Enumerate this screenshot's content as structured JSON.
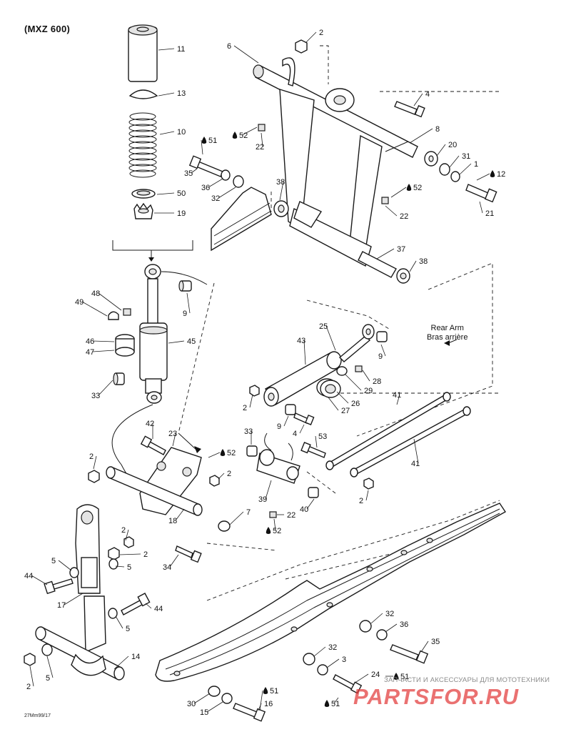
{
  "title": "(MXZ 600)",
  "rear_arm_label": [
    "Rear Arm",
    "Bras arrière"
  ],
  "figure_code": "27Mm99/17",
  "watermark": {
    "caption": "ЗАПЧАСТИ И АКСЕССУАРЫ ДЛЯ МОТОТЕХНИКИ",
    "logo": "PARTSFOR.RU",
    "color": "#e23b3b"
  },
  "lubricant_icon": "oil-drop-icon",
  "callouts": [
    {
      "id": "c-11",
      "text": "11",
      "drop": false
    },
    {
      "id": "c-13",
      "text": "13",
      "drop": false
    },
    {
      "id": "c-10",
      "text": "10",
      "drop": false
    },
    {
      "id": "c-50",
      "text": "50",
      "drop": false
    },
    {
      "id": "c-19",
      "text": "19",
      "drop": false
    },
    {
      "id": "c-2a",
      "text": "2",
      "drop": false
    },
    {
      "id": "c-6",
      "text": "6",
      "drop": false
    },
    {
      "id": "c-4a",
      "text": "4",
      "drop": false
    },
    {
      "id": "c-8",
      "text": "8",
      "drop": false
    },
    {
      "id": "c-52a",
      "text": "52",
      "drop": true
    },
    {
      "id": "c-22a",
      "text": "22",
      "drop": false
    },
    {
      "id": "c-51a",
      "text": "51",
      "drop": true
    },
    {
      "id": "c-20",
      "text": "20",
      "drop": false
    },
    {
      "id": "c-31",
      "text": "31",
      "drop": false
    },
    {
      "id": "c-1",
      "text": "1",
      "drop": false
    },
    {
      "id": "c-12",
      "text": "12",
      "drop": true
    },
    {
      "id": "c-35a",
      "text": "35",
      "drop": false
    },
    {
      "id": "c-36a",
      "text": "36",
      "drop": false
    },
    {
      "id": "c-32a",
      "text": "32",
      "drop": false
    },
    {
      "id": "c-38a",
      "text": "38",
      "drop": false
    },
    {
      "id": "c-52b",
      "text": "52",
      "drop": true
    },
    {
      "id": "c-22b",
      "text": "22",
      "drop": false
    },
    {
      "id": "c-21",
      "text": "21",
      "drop": false
    },
    {
      "id": "c-37",
      "text": "37",
      "drop": false
    },
    {
      "id": "c-38b",
      "text": "38",
      "drop": false
    },
    {
      "id": "c-9a",
      "text": "9",
      "drop": false
    },
    {
      "id": "c-48",
      "text": "48",
      "drop": false
    },
    {
      "id": "c-49",
      "text": "49",
      "drop": false
    },
    {
      "id": "c-45",
      "text": "45",
      "drop": false
    },
    {
      "id": "c-46",
      "text": "46",
      "drop": false
    },
    {
      "id": "c-47",
      "text": "47",
      "drop": false
    },
    {
      "id": "c-33a",
      "text": "33",
      "drop": false
    },
    {
      "id": "c-43",
      "text": "43",
      "drop": false
    },
    {
      "id": "c-25",
      "text": "25",
      "drop": false
    },
    {
      "id": "c-9b",
      "text": "9",
      "drop": false
    },
    {
      "id": "c-28",
      "text": "28",
      "drop": false
    },
    {
      "id": "c-29",
      "text": "29",
      "drop": false
    },
    {
      "id": "c-27",
      "text": "27",
      "drop": false
    },
    {
      "id": "c-26",
      "text": "26",
      "drop": false
    },
    {
      "id": "c-2b",
      "text": "2",
      "drop": false
    },
    {
      "id": "c-9c",
      "text": "9",
      "drop": false
    },
    {
      "id": "c-4b",
      "text": "4",
      "drop": false
    },
    {
      "id": "c-41a",
      "text": "41",
      "drop": false
    },
    {
      "id": "c-41b",
      "text": "41",
      "drop": false
    },
    {
      "id": "c-42",
      "text": "42",
      "drop": false
    },
    {
      "id": "c-23",
      "text": "23",
      "drop": false
    },
    {
      "id": "c-52c",
      "text": "52",
      "drop": true
    },
    {
      "id": "c-2c",
      "text": "2",
      "drop": false
    },
    {
      "id": "c-2d",
      "text": "2",
      "drop": false
    },
    {
      "id": "c-33b",
      "text": "33",
      "drop": false
    },
    {
      "id": "c-53",
      "text": "53",
      "drop": false
    },
    {
      "id": "c-39",
      "text": "39",
      "drop": false
    },
    {
      "id": "c-40",
      "text": "40",
      "drop": false
    },
    {
      "id": "c-22c",
      "text": "22",
      "drop": false
    },
    {
      "id": "c-52d",
      "text": "52",
      "drop": true
    },
    {
      "id": "c-2e",
      "text": "2",
      "drop": false
    },
    {
      "id": "c-18",
      "text": "18",
      "drop": false
    },
    {
      "id": "c-7",
      "text": "7",
      "drop": false
    },
    {
      "id": "c-34",
      "text": "34",
      "drop": false
    },
    {
      "id": "c-2f",
      "text": "2",
      "drop": false
    },
    {
      "id": "c-5a",
      "text": "5",
      "drop": false
    },
    {
      "id": "c-2g",
      "text": "2",
      "drop": false
    },
    {
      "id": "c-5b",
      "text": "5",
      "drop": false
    },
    {
      "id": "c-44a",
      "text": "44",
      "drop": false
    },
    {
      "id": "c-17",
      "text": "17",
      "drop": false
    },
    {
      "id": "c-44b",
      "text": "44",
      "drop": false
    },
    {
      "id": "c-5c",
      "text": "5",
      "drop": false
    },
    {
      "id": "c-14",
      "text": "14",
      "drop": false
    },
    {
      "id": "c-5d",
      "text": "5",
      "drop": false
    },
    {
      "id": "c-2h",
      "text": "2",
      "drop": false
    },
    {
      "id": "c-32b",
      "text": "32",
      "drop": false
    },
    {
      "id": "c-36b",
      "text": "36",
      "drop": false
    },
    {
      "id": "c-35b",
      "text": "35",
      "drop": false
    },
    {
      "id": "c-32c",
      "text": "32",
      "drop": false
    },
    {
      "id": "c-3",
      "text": "3",
      "drop": false
    },
    {
      "id": "c-24",
      "text": "24",
      "drop": false
    },
    {
      "id": "c-51b",
      "text": "51",
      "drop": true
    },
    {
      "id": "c-51c",
      "text": "51",
      "drop": true
    },
    {
      "id": "c-51d",
      "text": "51",
      "drop": true
    },
    {
      "id": "c-30",
      "text": "30",
      "drop": false
    },
    {
      "id": "c-15",
      "text": "15",
      "drop": false
    },
    {
      "id": "c-16",
      "text": "16",
      "drop": false
    }
  ]
}
